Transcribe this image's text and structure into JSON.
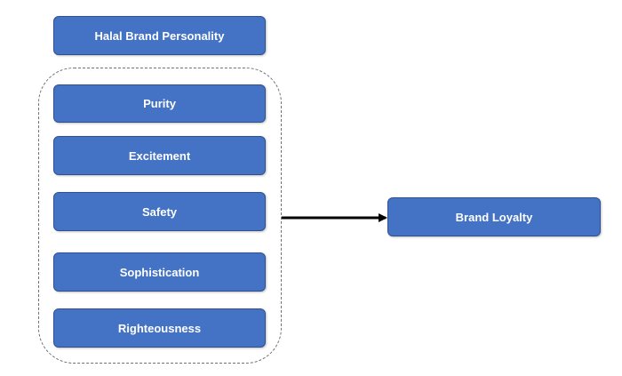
{
  "diagram": {
    "header": "Halal Brand Personality",
    "dimensions": [
      {
        "label": "Purity"
      },
      {
        "label": "Excitement"
      },
      {
        "label": "Safety"
      },
      {
        "label": "Sophistication"
      },
      {
        "label": "Righteousness"
      }
    ],
    "outcome": "Brand Loyalty",
    "colors": {
      "box_fill": "#4472c4",
      "box_border": "#2f528f",
      "text": "#ffffff",
      "arrow": "#000000",
      "group_border": "#707070"
    }
  }
}
